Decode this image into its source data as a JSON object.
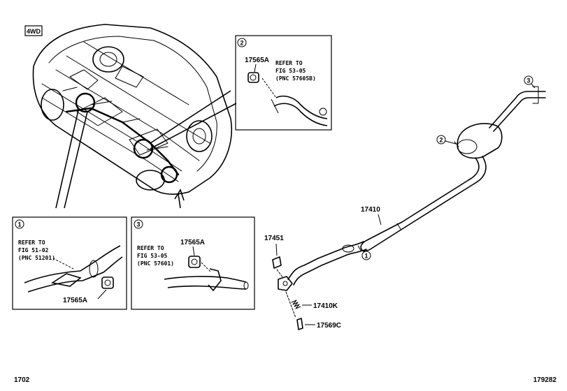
{
  "badge_4wd": "4WD",
  "markers": {
    "m1": "1",
    "m2": "2",
    "m3": "3"
  },
  "inset2": {
    "part": "17565A",
    "refer_line1": "REFER TO",
    "refer_line2": "FIG 53-05",
    "refer_line3": "(PNC 57605B)"
  },
  "inset1": {
    "part": "17565A",
    "refer_line1": "REFER TO",
    "refer_line2": "FIG 51-02",
    "refer_line3": "(PNC 51201)"
  },
  "inset3": {
    "part": "17565A",
    "refer_line1": "REFER TO",
    "refer_line2": "FIG 53-05",
    "refer_line3": "(PNC 57601)"
  },
  "parts": {
    "p17410": "17410",
    "p17451": "17451",
    "p17410K": "17410K",
    "p17569C": "17569C"
  },
  "footer": {
    "left": "1702",
    "right": "179282"
  }
}
